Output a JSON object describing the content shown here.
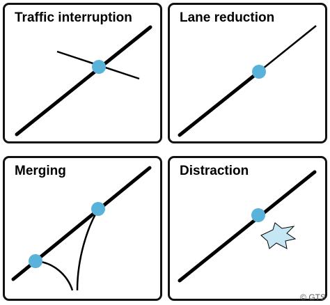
{
  "panels": {
    "traffic_interruption": {
      "title": "Traffic interruption"
    },
    "lane_reduction": {
      "title": "Lane reduction"
    },
    "merging": {
      "title": "Merging"
    },
    "distraction": {
      "title": "Distraction"
    }
  },
  "credit": "© GTS",
  "colors": {
    "node": "#58b2d9",
    "burst": "#c5e7f4",
    "line": "#000000",
    "border": "#111111"
  }
}
